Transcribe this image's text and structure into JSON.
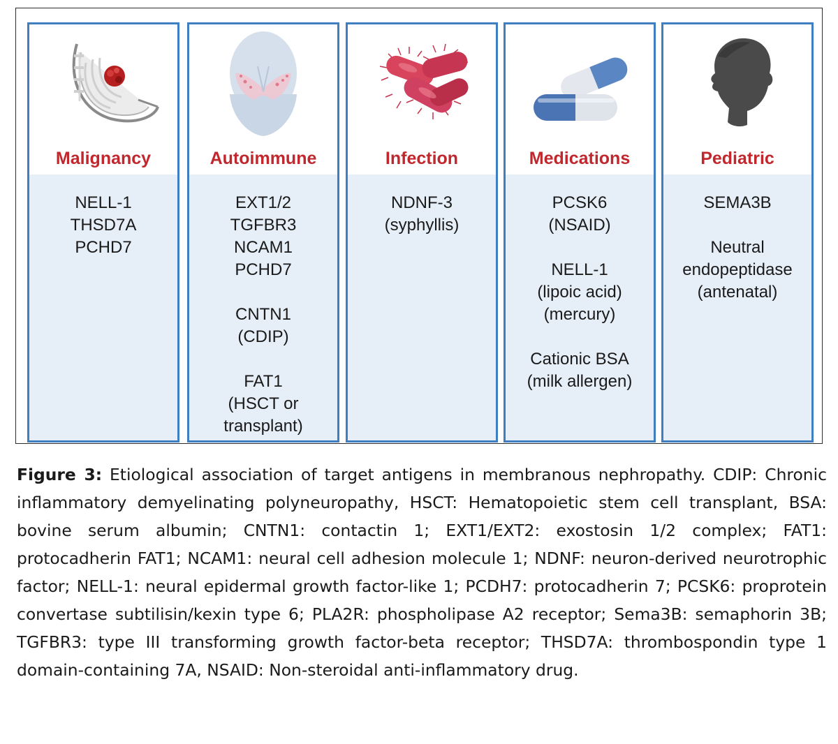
{
  "panels": [
    {
      "title": "Malignancy",
      "groups": [
        [
          "NELL-1",
          "THSD7A",
          "PCHD7"
        ]
      ]
    },
    {
      "title": "Autoimmune",
      "groups": [
        [
          "EXT1/2",
          "TGFBR3",
          "NCAM1",
          "PCHD7"
        ],
        [
          "CNTN1",
          "(CDIP)"
        ],
        [
          "FAT1",
          "(HSCT or",
          "transplant)"
        ]
      ]
    },
    {
      "title": "Infection",
      "groups": [
        [
          "NDNF-3",
          "(syphyllis)"
        ]
      ]
    },
    {
      "title": "Medications",
      "groups": [
        [
          "PCSK6",
          "(NSAID)"
        ],
        [
          "NELL-1",
          "(lipoic acid)",
          "(mercury)"
        ],
        [
          "Cationic BSA",
          "(milk allergen)"
        ]
      ]
    },
    {
      "title": "Pediatric",
      "groups": [
        [
          "SEMA3B"
        ],
        [
          "Neutral",
          "endopeptidase",
          "(antenatal)"
        ]
      ]
    }
  ],
  "caption": {
    "label": "Figure 3:",
    "text": "Etiological association of target antigens in membranous nephropathy. CDIP: Chronic inflammatory demyelinating polyneuropathy, HSCT: Hematopoietic stem cell transplant, BSA: bovine serum albumin; CNTN1: contactin 1; EXT1/EXT2: exostosin 1/2 complex; FAT1: protocadherin FAT1; NCAM1: neural cell adhesion molecule 1; NDNF: neuron-derived neurotrophic factor; NELL-1: neural epidermal growth factor-like 1; PCDH7: protocadherin 7; PCSK6: proprotein convertase subtilisin/kexin type 6; PLA2R: phospholipase A2 receptor; Sema3B: semaphorin 3B; TGFBR3: type III transforming growth factor-beta receptor; THSD7A: thrombospondin type 1 domain-containing 7A, NSAID: Non-steroidal anti-inflammatory drug."
  },
  "colors": {
    "panel_border": "#3f7ec0",
    "panel_fill": "#e6eff8",
    "title_red": "#c0282e"
  },
  "icons": [
    "breast-tumor-icon",
    "head-face-rash-icon",
    "bacteria-icon",
    "pills-icon",
    "child-silhouette-icon"
  ]
}
